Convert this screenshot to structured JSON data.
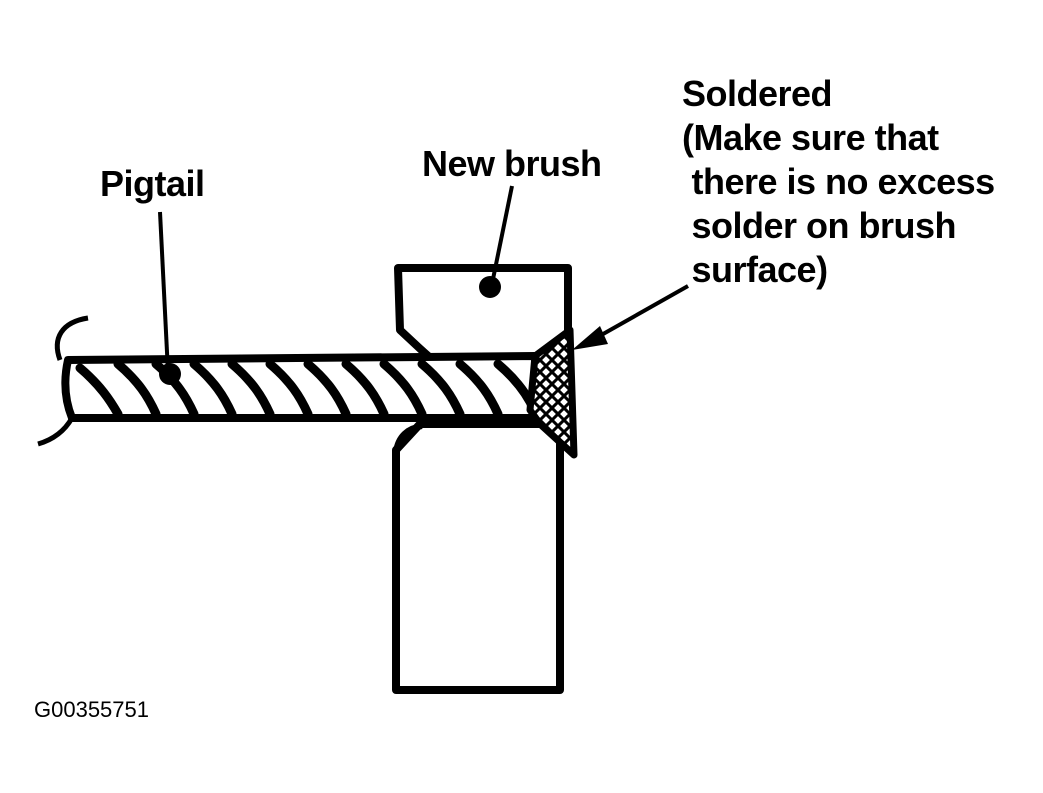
{
  "labels": {
    "pigtail": "Pigtail",
    "new_brush": "New brush",
    "soldered": "Soldered",
    "note_lines": [
      "(Make sure that",
      " there is no excess",
      " solder on brush",
      " surface)"
    ]
  },
  "figure_id": "G00355751",
  "colors": {
    "ink": "#000000",
    "background": "#ffffff"
  }
}
